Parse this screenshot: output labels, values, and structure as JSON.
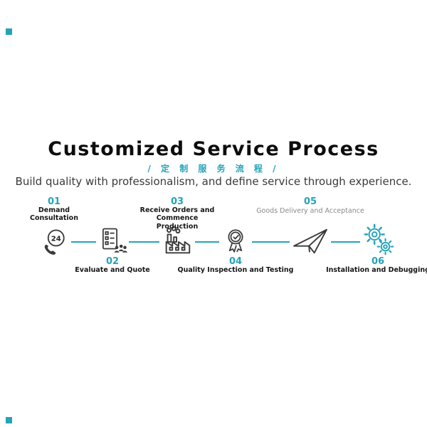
{
  "colors": {
    "accent": "#25A3B8",
    "title_text": "#0d0d0d",
    "body_text": "#3a3a3a",
    "icon_stroke": "#3a3a3a",
    "muted_label": "#8a8a8a"
  },
  "header": {
    "title": "Customized Service Process",
    "subtitle": "/ 定 制 服 务 流 程 /",
    "tagline": "Build quality with professionalism, and define service through experience."
  },
  "process": {
    "steps": [
      {
        "number": "01",
        "label": "Demand Consultation",
        "icon": "phone-24h-icon",
        "icon_text": "24",
        "label_position": "above"
      },
      {
        "number": "02",
        "label": "Evaluate and Quote",
        "icon": "checklist-team-icon",
        "label_position": "below"
      },
      {
        "number": "03",
        "label": "Receive Orders and Commence Production",
        "icon": "factory-icon",
        "label_position": "above"
      },
      {
        "number": "04",
        "label": "Quality Inspection and Testing",
        "icon": "medal-check-icon",
        "label_position": "below"
      },
      {
        "number": "05",
        "label": "Goods Delivery and Acceptance",
        "icon": "paper-plane-icon",
        "label_position": "above"
      },
      {
        "number": "06",
        "label": "Installation and Debugging",
        "icon": "gears-icon",
        "label_position": "below"
      }
    ]
  }
}
